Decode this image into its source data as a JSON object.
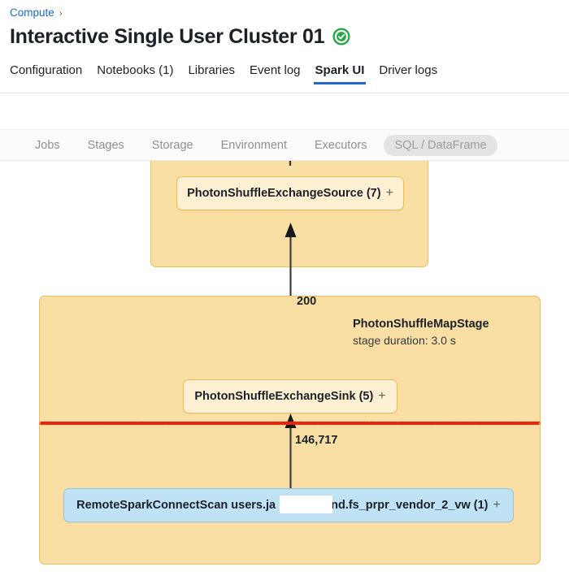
{
  "breadcrumb": {
    "root": "Compute",
    "separator": "›"
  },
  "header": {
    "title": "Interactive Single User Cluster 01",
    "status_icon": "check-circle-icon",
    "status_color": "#28a745"
  },
  "tabs": [
    {
      "label": "Configuration",
      "active": false
    },
    {
      "label": "Notebooks (1)",
      "active": false
    },
    {
      "label": "Libraries",
      "active": false
    },
    {
      "label": "Event log",
      "active": false
    },
    {
      "label": "Spark UI",
      "active": true
    },
    {
      "label": "Driver logs",
      "active": false
    }
  ],
  "spark_subnav": [
    {
      "label": "Jobs",
      "selected": false
    },
    {
      "label": "Stages",
      "selected": false
    },
    {
      "label": "Storage",
      "selected": false
    },
    {
      "label": "Environment",
      "selected": false
    },
    {
      "label": "Executors",
      "selected": false
    },
    {
      "label": "SQL / DataFrame",
      "selected": true
    }
  ],
  "dag": {
    "stages": [
      {
        "id": "stage-top",
        "name": "",
        "duration": "",
        "color": "#fadfa5",
        "border": "#f3bb55"
      },
      {
        "id": "stage-bottom",
        "name": "PhotonShuffleMapStage",
        "duration": "stage duration: 3.0 s",
        "color": "#fadfa5",
        "border": "#f3bb55"
      }
    ],
    "nodes": [
      {
        "id": "node-source",
        "label": "PhotonShuffleExchangeSource (7)",
        "expand": "+",
        "kind": "photon"
      },
      {
        "id": "node-sink",
        "label": "PhotonShuffleExchangeSink (5)",
        "expand": "+",
        "kind": "photon"
      },
      {
        "id": "node-scan",
        "label_left": "RemoteSparkConnectScan users.ja",
        "label_right": "nd.fs_prpr_vendor_2_vw (1)",
        "expand": "+",
        "kind": "scan",
        "redacted": true
      }
    ],
    "edges": [
      {
        "from": "node-sink",
        "to": "node-source",
        "count": "200"
      },
      {
        "from": "node-scan",
        "to": "node-sink",
        "count": "146,717"
      }
    ],
    "annotation": {
      "type": "red-strikethrough-line",
      "color": "#f01e0f"
    }
  }
}
